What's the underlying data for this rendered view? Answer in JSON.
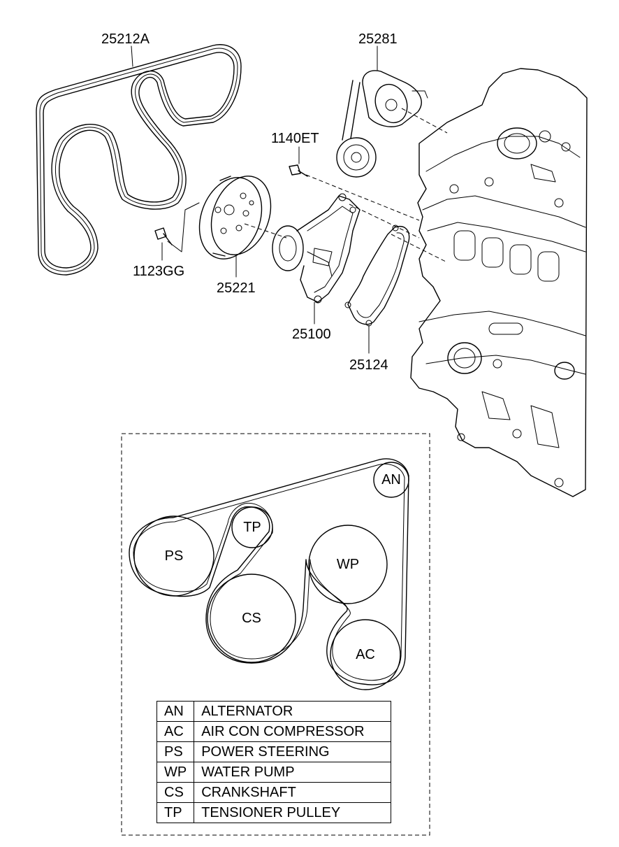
{
  "callouts": {
    "belt": "25212A",
    "tensioner": "25281",
    "bolt_tensioner": "1140ET",
    "bolt_pulley": "1123GG",
    "pulley": "25221",
    "water_pump": "25100",
    "gasket": "25124"
  },
  "belt_routing": {
    "pulleys": [
      {
        "code": "AN"
      },
      {
        "code": "TP"
      },
      {
        "code": "PS"
      },
      {
        "code": "WP"
      },
      {
        "code": "CS"
      },
      {
        "code": "AC"
      }
    ]
  },
  "legend": [
    {
      "code": "AN",
      "name": "ALTERNATOR"
    },
    {
      "code": "AC",
      "name": "AIR CON COMPRESSOR"
    },
    {
      "code": "PS",
      "name": "POWER STEERING"
    },
    {
      "code": "WP",
      "name": "WATER PUMP"
    },
    {
      "code": "CS",
      "name": "CRANKSHAFT"
    },
    {
      "code": "TP",
      "name": "TENSIONER PULLEY"
    }
  ]
}
